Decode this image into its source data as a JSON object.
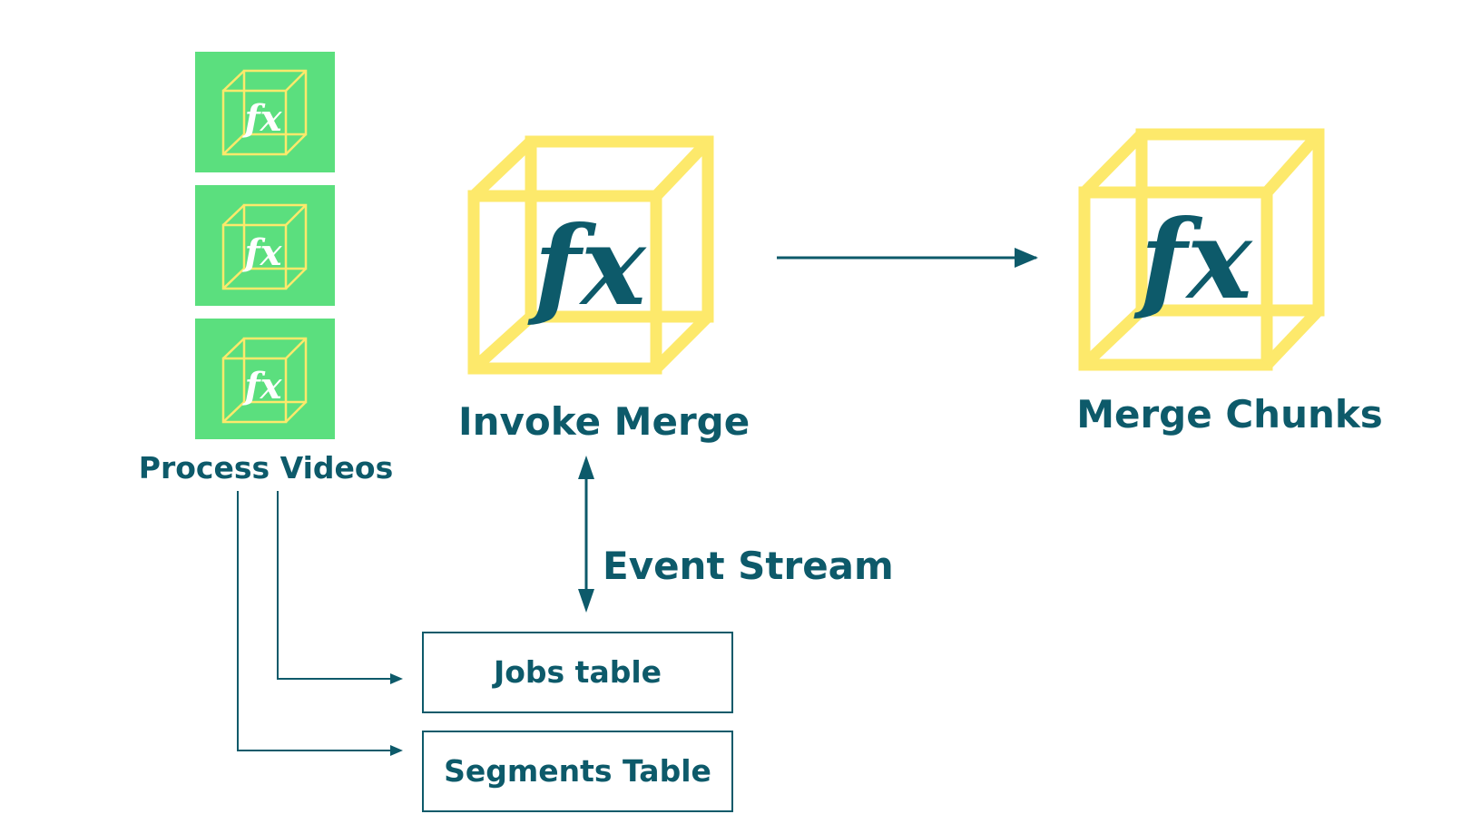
{
  "colors": {
    "teal": "#0d5a6a",
    "green": "#5bdf7e",
    "yellow": "#fde96b",
    "white": "#ffffff"
  },
  "icons": {
    "function": "fx"
  },
  "process_videos": {
    "label": "Process Videos"
  },
  "invoke_merge": {
    "label": "Invoke Merge"
  },
  "merge_chunks": {
    "label": "Merge Chunks"
  },
  "event_stream": {
    "label": "Event Stream"
  },
  "tables": {
    "jobs": "Jobs table",
    "segments": "Segments Table"
  }
}
